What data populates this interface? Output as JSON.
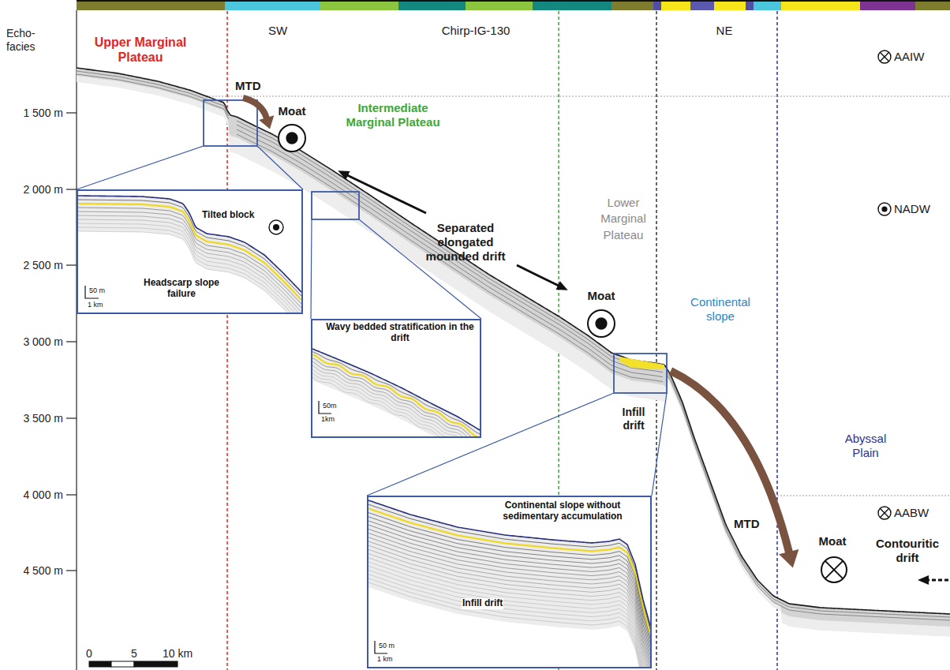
{
  "diagram": {
    "nodes": [
      {
        "text": [
          "Tilted block",
          "Headscarp slope failure",
          "50 m",
          "1 km"
        ]
      },
      {
        "text": [
          "Wavy bedded stratification in the drift",
          "50m",
          "1km"
        ]
      },
      {
        "text": [
          "Continental slope without sedimentary accumulation",
          "Infill drift",
          "50 m",
          "1 km"
        ]
      }
    ],
    "labels": [
      "Echo-facies",
      "1 500 m",
      "2 000 m",
      "2 500 m",
      "3 000 m",
      "3 500 m",
      "4 000 m",
      "4 500 m",
      "SW",
      "Chirp-IG-130",
      "NE",
      "AAIW",
      "Upper Marginal Plateau",
      "MTD",
      "Moat",
      "Intermediate Marginal Plateau",
      "NADW",
      "Separated elongated mounded drift",
      "Lower Marginal Plateau",
      "Moat",
      "Continental slope",
      "Infill drift",
      "MTD",
      "Abyssal Plain",
      "AABW",
      "Moat",
      "Contouritic drift",
      "0",
      "5",
      "10 km"
    ]
  }
}
